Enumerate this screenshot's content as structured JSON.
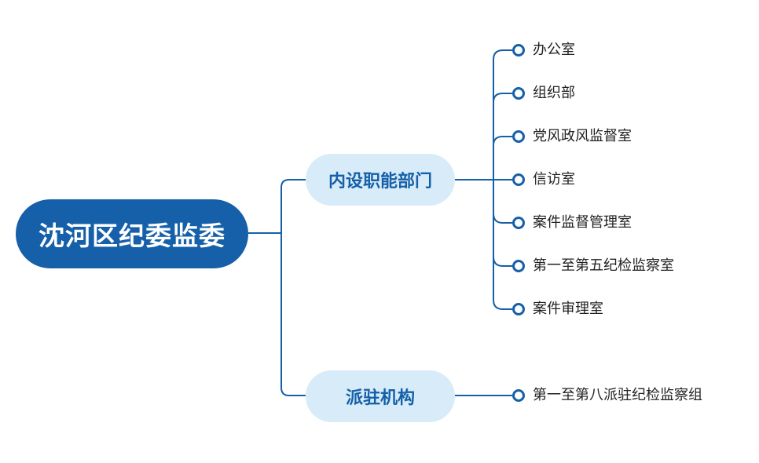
{
  "root": {
    "label": "沈河区纪委监委"
  },
  "branches": [
    {
      "label": "内设职能部门",
      "children": [
        "办公室",
        "组织部",
        "党风政风监督室",
        "信访室",
        "案件监督管理室",
        "第一至第五纪检监察室",
        "案件审理室"
      ]
    },
    {
      "label": "派驻机构",
      "children": [
        "第一至第八派驻纪检监察组"
      ]
    }
  ],
  "colors": {
    "primary": "#1560a9",
    "branch_bg": "#d7ebf8",
    "text": "#222222"
  }
}
